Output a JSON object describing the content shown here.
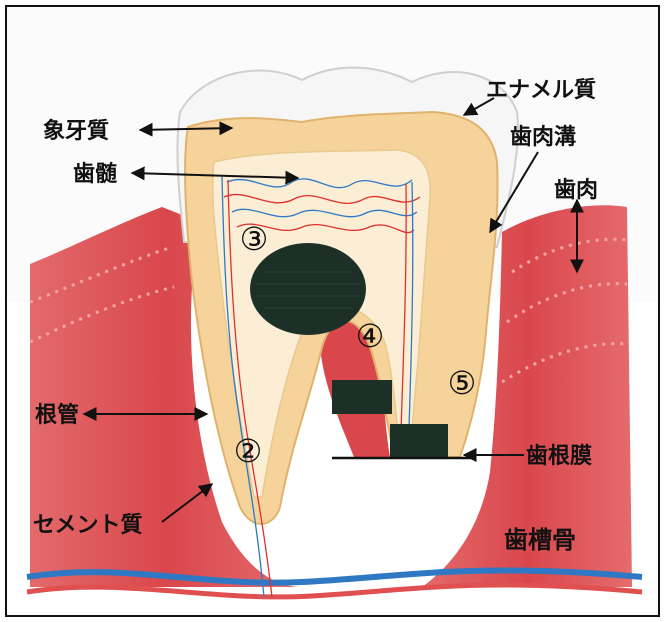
{
  "labels": {
    "zougeshitsu": "象牙質",
    "shizui": "歯髄",
    "enameru": "エナメル質",
    "shiniku_kou": "歯肉溝",
    "shiniku": "歯肉",
    "konkan": "根管",
    "semento": "セメント質",
    "shikonmaku": "歯根膜",
    "shisoukotsu": "歯槽骨"
  },
  "markers": [
    "③",
    "④",
    "⑤",
    "②"
  ],
  "colors": {
    "gum": "#d94a4f",
    "enamel": "#f4f4f4",
    "dentin": "#f5d39a",
    "pulp": "#fbeed4",
    "artery": "#e03030",
    "vein": "#2f78c4",
    "redaction": "#1c3027"
  }
}
